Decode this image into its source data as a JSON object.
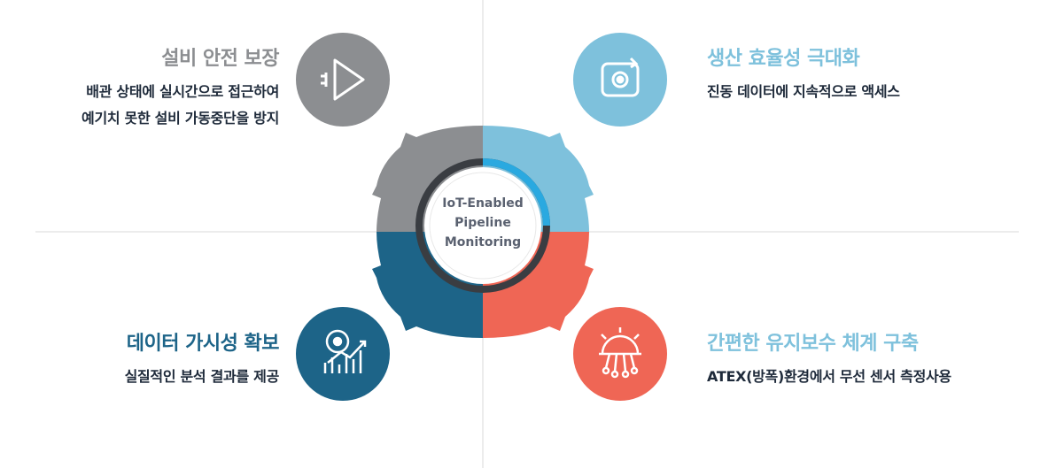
{
  "center": {
    "lines": [
      "IoT-Enabled",
      "Pipeline",
      "Monitoring"
    ]
  },
  "quadrants": {
    "top_left": {
      "title": "설비 안전 보장",
      "desc_lines": [
        "배관 상태에 실시간으로 접근하여",
        "예기치 못한 설비 가동중단을 방지"
      ],
      "color": "#8c8e91",
      "icon": "play-plug-icon"
    },
    "top_right": {
      "title": "생산 효율성 극대화",
      "desc_lines": [
        "진동 데이터에 지속적으로 액세스"
      ],
      "color": "#7ec1dc",
      "icon": "gear-refresh-icon"
    },
    "bottom_left": {
      "title": "데이터 가시성 확보",
      "desc_lines": [
        "실질적인 분석 결과를 제공"
      ],
      "color": "#1d6488",
      "icon": "analytics-chart-icon"
    },
    "bottom_right": {
      "title": "간편한 유지보수 체계 구축",
      "desc_lines": [
        "ATEX(방폭)환경에서 무선 센서 측정사용"
      ],
      "color": "#ef6655",
      "icon": "gear-circuit-icon"
    }
  },
  "ring_accent": "#2aa9e0"
}
